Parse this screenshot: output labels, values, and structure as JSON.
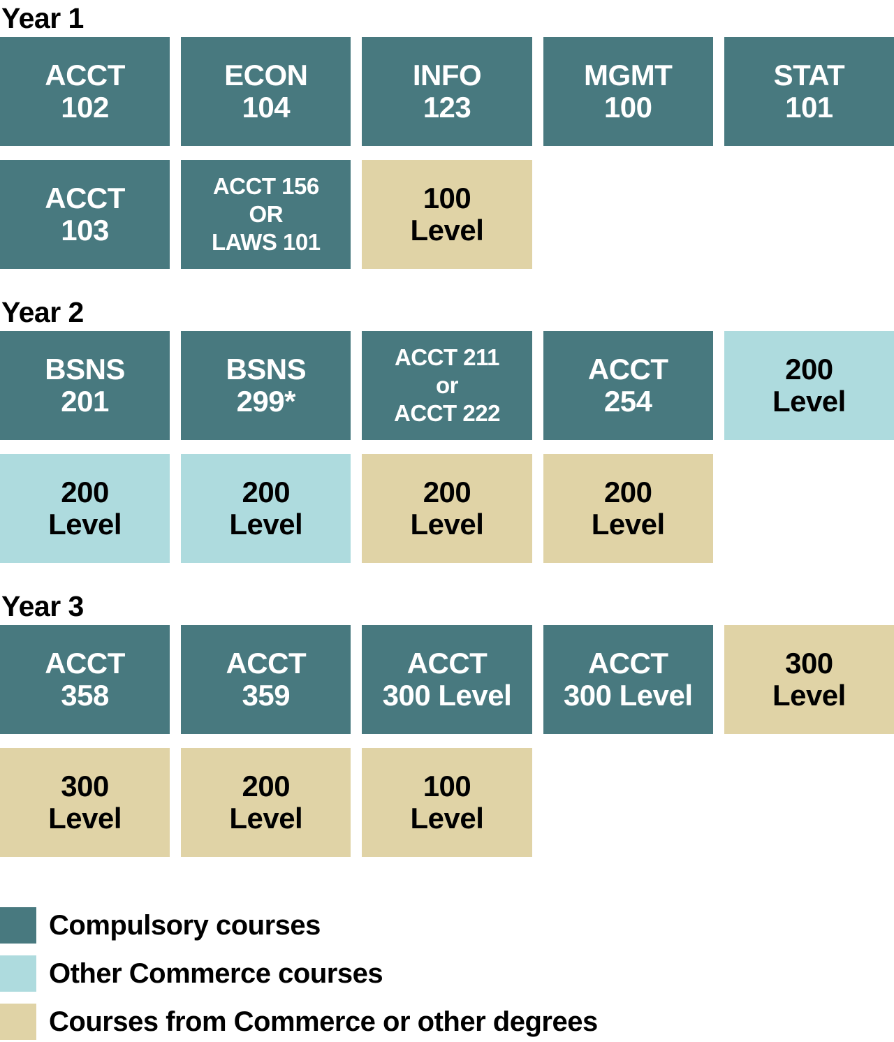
{
  "colors": {
    "compulsory": "#48797F",
    "other_commerce": "#AEDBDE",
    "external": "#E0D3A6"
  },
  "sections": [
    {
      "label": "Year 1",
      "rows": [
        {
          "cells": [
            {
              "text": "ACCT\n102",
              "type": "compulsory"
            },
            {
              "text": "ECON\n104",
              "type": "compulsory"
            },
            {
              "text": "INFO\n123",
              "type": "compulsory"
            },
            {
              "text": "MGMT\n100",
              "type": "compulsory"
            },
            {
              "text": "STAT\n101",
              "type": "compulsory"
            }
          ]
        },
        {
          "cells": [
            {
              "text": "ACCT\n103",
              "type": "compulsory"
            },
            {
              "text": "ACCT 156\nOR\nLAWS 101",
              "type": "compulsory"
            },
            {
              "text": "100\nLevel",
              "type": "external"
            }
          ]
        }
      ]
    },
    {
      "label": "Year 2",
      "rows": [
        {
          "cells": [
            {
              "text": "BSNS\n201",
              "type": "compulsory"
            },
            {
              "text": "BSNS\n299*",
              "type": "compulsory"
            },
            {
              "text": "ACCT 211\nor\nACCT 222",
              "type": "compulsory"
            },
            {
              "text": "ACCT\n254",
              "type": "compulsory"
            },
            {
              "text": "200\nLevel",
              "type": "other_commerce"
            }
          ]
        },
        {
          "cells": [
            {
              "text": "200\nLevel",
              "type": "other_commerce"
            },
            {
              "text": "200\nLevel",
              "type": "other_commerce"
            },
            {
              "text": "200\nLevel",
              "type": "external"
            },
            {
              "text": "200\nLevel",
              "type": "external"
            }
          ]
        }
      ]
    },
    {
      "label": "Year 3",
      "rows": [
        {
          "cells": [
            {
              "text": "ACCT\n358",
              "type": "compulsory"
            },
            {
              "text": "ACCT\n359",
              "type": "compulsory"
            },
            {
              "text": "ACCT\n300 Level",
              "type": "compulsory"
            },
            {
              "text": "ACCT\n300 Level",
              "type": "compulsory"
            },
            {
              "text": "300\nLevel",
              "type": "external"
            }
          ]
        },
        {
          "cells": [
            {
              "text": "300\nLevel",
              "type": "external"
            },
            {
              "text": "200\nLevel",
              "type": "external"
            },
            {
              "text": "100\nLevel",
              "type": "external"
            }
          ]
        }
      ]
    }
  ],
  "legend": [
    {
      "label": "Compulsory courses",
      "type": "compulsory"
    },
    {
      "label": "Other Commerce courses",
      "type": "other_commerce"
    },
    {
      "label": "Courses from Commerce or other degrees",
      "type": "external"
    }
  ]
}
